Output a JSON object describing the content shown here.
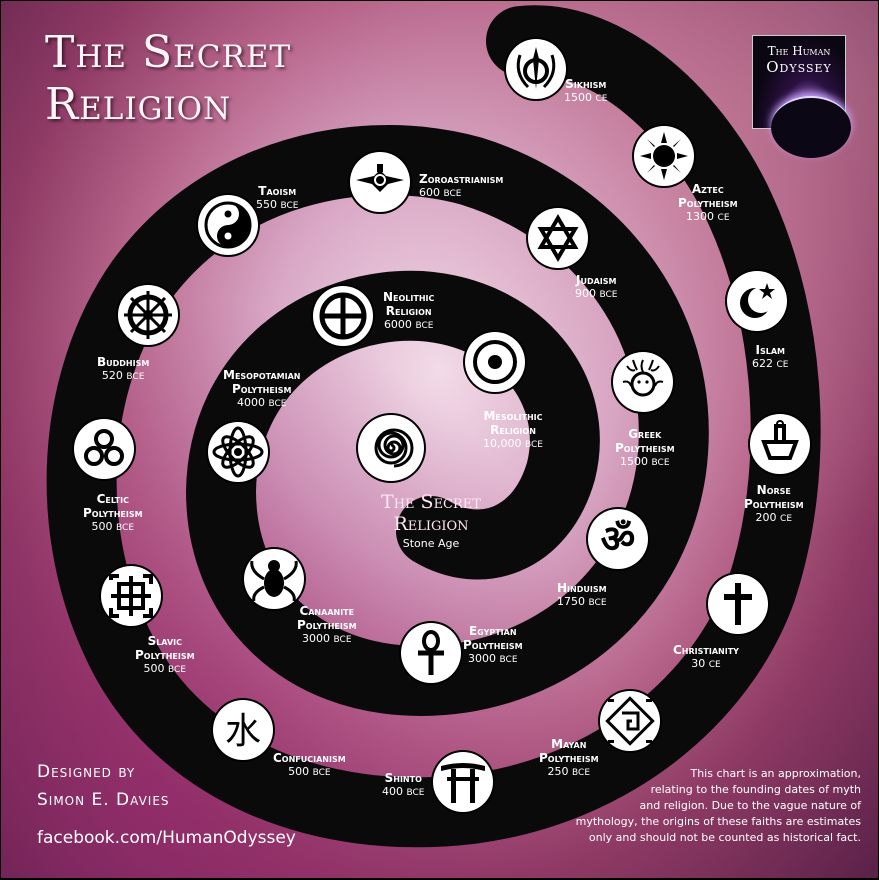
{
  "title": {
    "line1": "The Secret",
    "line2": "Religion"
  },
  "logo": {
    "line1": "The Human",
    "line2": "Odyssey"
  },
  "center": {
    "title_line1": "The Secret",
    "title_line2": "Religion",
    "subtitle": "Stone Age"
  },
  "credit": {
    "line1": "Designed by",
    "line2": "Simon E. Davies",
    "facebook": "facebook.com/HumanOdyssey"
  },
  "disclaimer": {
    "l1": "This chart is an approximation,",
    "l2": "relating to the founding dates of myth",
    "l3": "and religion. Due to the vague nature of",
    "l4": "mythology, the origins of these faiths are estimates",
    "l5": "only and should not be counted as historical fact."
  },
  "religions": [
    {
      "key": "mesolithic",
      "name": "Mesolithic",
      "name2": "Religion",
      "date": "10,000",
      "era": "BCE"
    },
    {
      "key": "neolithic",
      "name": "Neolithic",
      "name2": "Religion",
      "date": "6000",
      "era": "BCE"
    },
    {
      "key": "mesopotamian",
      "name": "Mesopotamian",
      "name2": "Polytheism",
      "date": "4000",
      "era": "BCE"
    },
    {
      "key": "canaanite",
      "name": "Canaanite",
      "name2": "Polytheism",
      "date": "3000",
      "era": "BCE"
    },
    {
      "key": "egyptian",
      "name": "Egyptian",
      "name2": "Polytheism",
      "date": "3000",
      "era": "BCE"
    },
    {
      "key": "hinduism",
      "name": "Hinduism",
      "name2": "",
      "date": "1750",
      "era": "BCE"
    },
    {
      "key": "greek",
      "name": "Greek",
      "name2": "Polytheism",
      "date": "1500",
      "era": "BCE"
    },
    {
      "key": "judaism",
      "name": "Judaism",
      "name2": "",
      "date": "900",
      "era": "BCE"
    },
    {
      "key": "zoroastrianism",
      "name": "Zoroastrianism",
      "name2": "",
      "date": "600",
      "era": "BCE"
    },
    {
      "key": "taoism",
      "name": "Taoism",
      "name2": "",
      "date": "550",
      "era": "BCE"
    },
    {
      "key": "buddhism",
      "name": "Buddhism",
      "name2": "",
      "date": "520",
      "era": "BCE"
    },
    {
      "key": "celtic",
      "name": "Celtic",
      "name2": "Polytheism",
      "date": "500",
      "era": "BCE"
    },
    {
      "key": "slavic",
      "name": "Slavic",
      "name2": "Polytheism",
      "date": "500",
      "era": "BCE"
    },
    {
      "key": "confucianism",
      "name": "Confucianism",
      "name2": "",
      "date": "500",
      "era": "BCE"
    },
    {
      "key": "shinto",
      "name": "Shinto",
      "name2": "",
      "date": "400",
      "era": "BCE"
    },
    {
      "key": "mayan",
      "name": "Mayan",
      "name2": "Polytheism",
      "date": "250",
      "era": "BCE"
    },
    {
      "key": "christianity",
      "name": "Christianity",
      "name2": "",
      "date": "30",
      "era": "CE"
    },
    {
      "key": "norse",
      "name": "Norse",
      "name2": "Polytheism",
      "date": "200",
      "era": "CE"
    },
    {
      "key": "islam",
      "name": "Islam",
      "name2": "",
      "date": "622",
      "era": "CE"
    },
    {
      "key": "aztec",
      "name": "Aztec",
      "name2": "Polytheism",
      "date": "1300",
      "era": "CE"
    },
    {
      "key": "sikhism",
      "name": "Sikhism",
      "name2": "",
      "date": "1500",
      "era": "CE"
    }
  ]
}
